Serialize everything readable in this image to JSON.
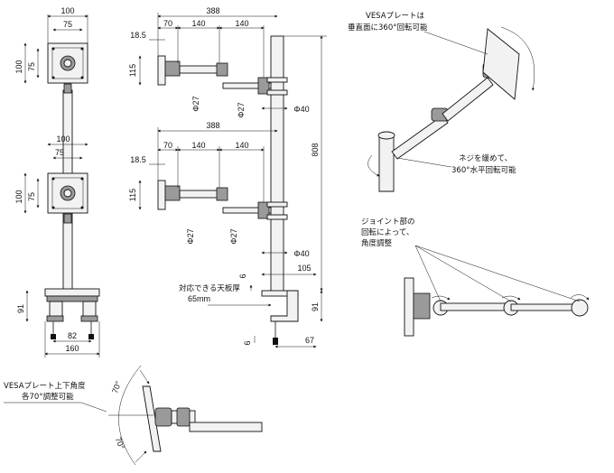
{
  "front_view": {
    "top_width": "100",
    "top_inner": "75",
    "top_height": "100",
    "top_height_inner": "75",
    "mid_width": "100",
    "mid_inner": "75",
    "mid_height": "100",
    "mid_height_inner": "75",
    "clamp_height": "91",
    "base_inner": "82",
    "base_width": "160"
  },
  "side_view": {
    "total_width_top": "388",
    "seg1_top": "70",
    "seg2_top": "140",
    "seg3_top": "140",
    "offset_top": "18.5",
    "height_top": "115",
    "dia_arm1_top": "27",
    "dia_arm2_top": "27",
    "pole_dia_top": "40",
    "total_width_mid": "388",
    "seg1_mid": "70",
    "seg2_mid": "140",
    "seg3_mid": "140",
    "offset_mid": "18.5",
    "height_mid": "115",
    "dia_arm1_mid": "27",
    "dia_arm2_mid": "27",
    "pole_dia_mid": "40",
    "pole_height": "808",
    "clamp_width": "105",
    "clamp_gap": "6",
    "clamp_height": "91",
    "bottom_offset": "6",
    "base_depth": "67",
    "desk_label": "対応できる天板厚",
    "desk_value": "65mm",
    "dia_symbol": "Φ"
  },
  "notes": {
    "vesa_rotate_line1": "VESAプレートは",
    "vesa_rotate_line2": "垂直面に360°回転可能",
    "screw_line1": "ネジを緩めて、",
    "screw_line2": "360°水平回転可能",
    "joint_line1": "ジョイント部の",
    "joint_line2": "回転によって、",
    "joint_line3": "角度調整",
    "tilt_line1": "VESAプレート上下角度",
    "tilt_line2": "各70°調整可能",
    "tilt_up": "70°",
    "tilt_down": "70°"
  }
}
